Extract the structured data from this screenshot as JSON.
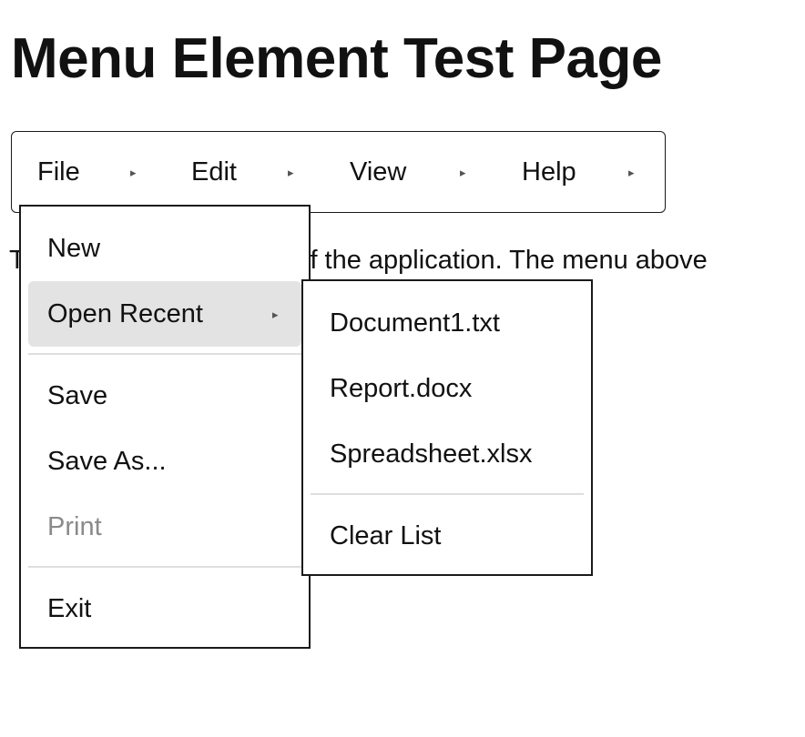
{
  "page": {
    "title": "Menu Element Test Page",
    "body_text": "This is the main content of the application. The menu above"
  },
  "menubar": {
    "items": [
      {
        "label": "File",
        "arrow": "▸"
      },
      {
        "label": "Edit",
        "arrow": "▸"
      },
      {
        "label": "View",
        "arrow": "▸"
      },
      {
        "label": "Help",
        "arrow": "▸"
      }
    ]
  },
  "file_menu": {
    "items": [
      {
        "label": "New"
      },
      {
        "label": "Open Recent",
        "arrow": "▸",
        "state": "highlighted"
      },
      {
        "label": "Save"
      },
      {
        "label": "Save As..."
      },
      {
        "label": "Print",
        "state": "disabled"
      },
      {
        "label": "Exit"
      }
    ]
  },
  "recent_submenu": {
    "items": [
      {
        "label": "Document1.txt"
      },
      {
        "label": "Report.docx"
      },
      {
        "label": "Spreadsheet.xlsx"
      },
      {
        "label": "Clear List"
      }
    ]
  },
  "colors": {
    "highlight": "#e3e3e3",
    "disabled_text": "#8a8a8a",
    "border": "#1a1a1a",
    "separator": "#dedede"
  }
}
